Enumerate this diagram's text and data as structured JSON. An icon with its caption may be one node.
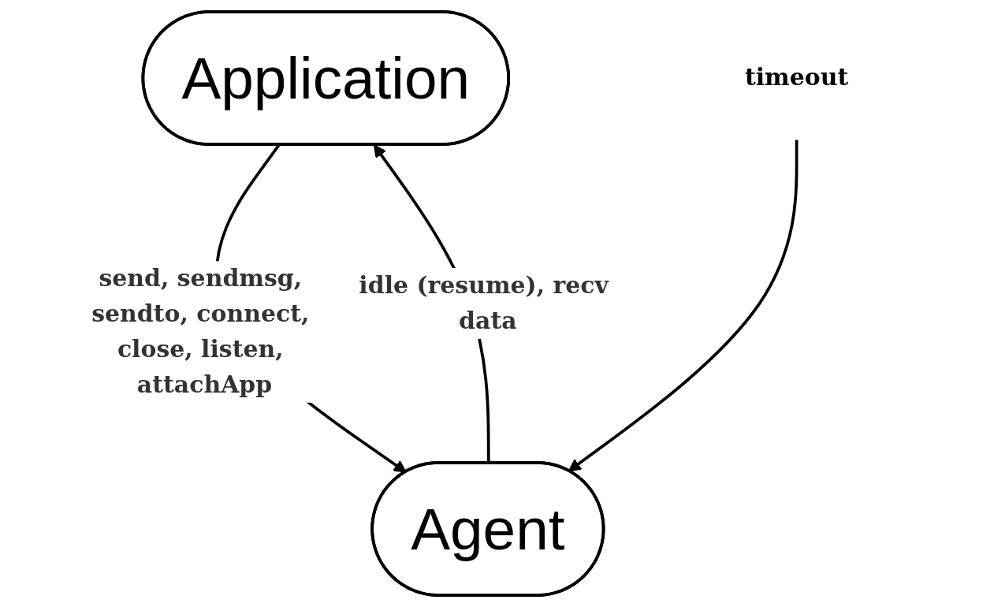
{
  "diagram": {
    "nodes": [
      {
        "text": [
          "Application"
        ]
      },
      {
        "text": [
          "Agent"
        ]
      },
      {
        "text": [
          "timeout"
        ]
      }
    ],
    "edges": [
      {
        "from": 0,
        "to": 1,
        "arrow": "to",
        "label": "send, sendmsg, sendto, connect, close, listen, attachApp"
      },
      {
        "from": 1,
        "to": 0,
        "arrow": "to",
        "label": "idle (resume), recv data"
      },
      {
        "from": 2,
        "to": 1,
        "arrow": "to"
      }
    ]
  }
}
